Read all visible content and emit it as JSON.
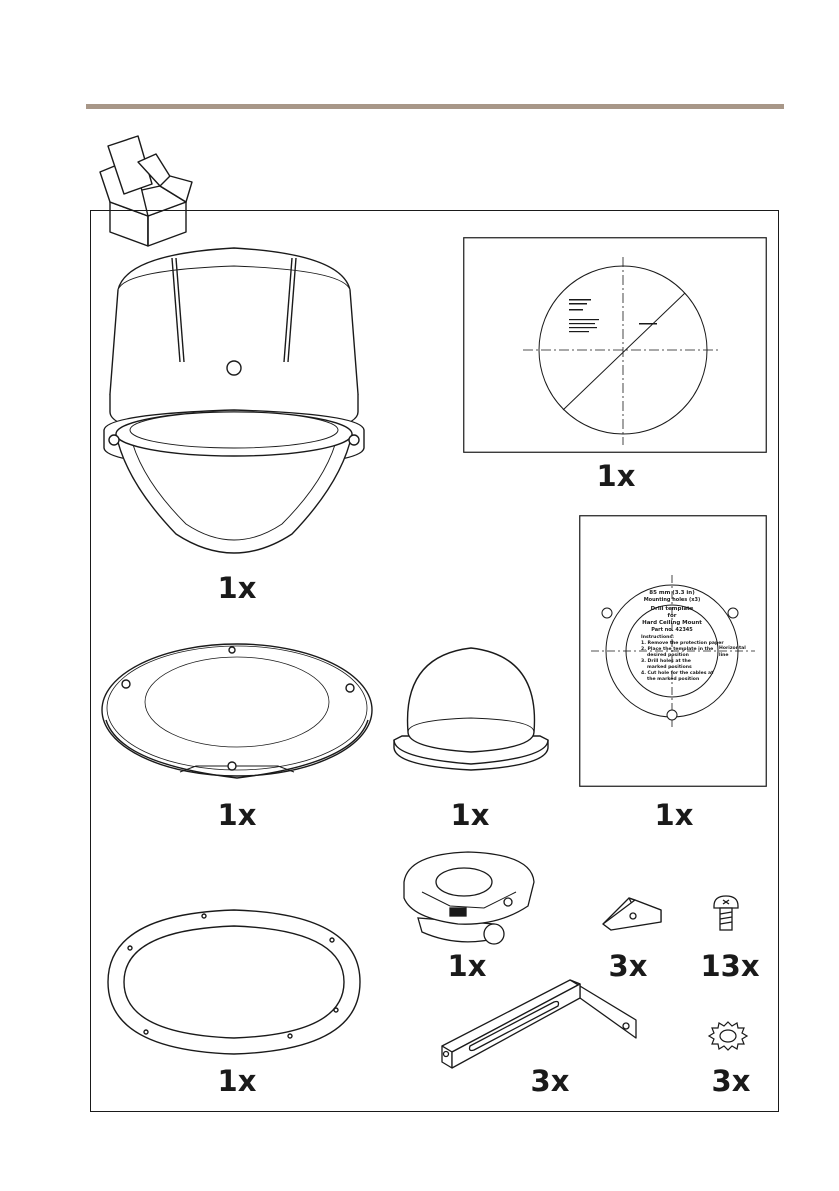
{
  "components": [
    {
      "id": "camera",
      "quantity": "1x"
    },
    {
      "id": "drill-template-small",
      "quantity": "1x"
    },
    {
      "id": "trim-ring",
      "quantity": "1x"
    },
    {
      "id": "dome-cover",
      "quantity": "1x"
    },
    {
      "id": "drill-template-hard-ceiling",
      "quantity": "1x"
    },
    {
      "id": "mounting-ring",
      "quantity": "1x"
    },
    {
      "id": "mount-bracket-base",
      "quantity": "1x"
    },
    {
      "id": "angle-clip",
      "quantity": "3x"
    },
    {
      "id": "screw",
      "quantity": "13x"
    },
    {
      "id": "support-bracket",
      "quantity": "3x"
    },
    {
      "id": "lock-washer",
      "quantity": "3x"
    }
  ],
  "template_hard_ceiling": {
    "line1": "85 mm (3.3 in)",
    "line2": "Mounting holes (x3)",
    "line3": "Drill template",
    "line4": "for",
    "line5": "Hard Ceiling Mount",
    "line6": "Part no. 42345",
    "line7": "Instructions:",
    "line8": "1.  Remove the protection paper",
    "line9": "2.  Place the template in the",
    "line10": "desired position",
    "line11": "3.  Drill holes at the",
    "line12": "marked positions",
    "line13": "4.  Cut hole for the cables at",
    "line14": "the marked position",
    "side": "Horizontal",
    "side2": "line"
  },
  "colors": {
    "rule": "#a89788",
    "ink": "#1a1a1a"
  }
}
